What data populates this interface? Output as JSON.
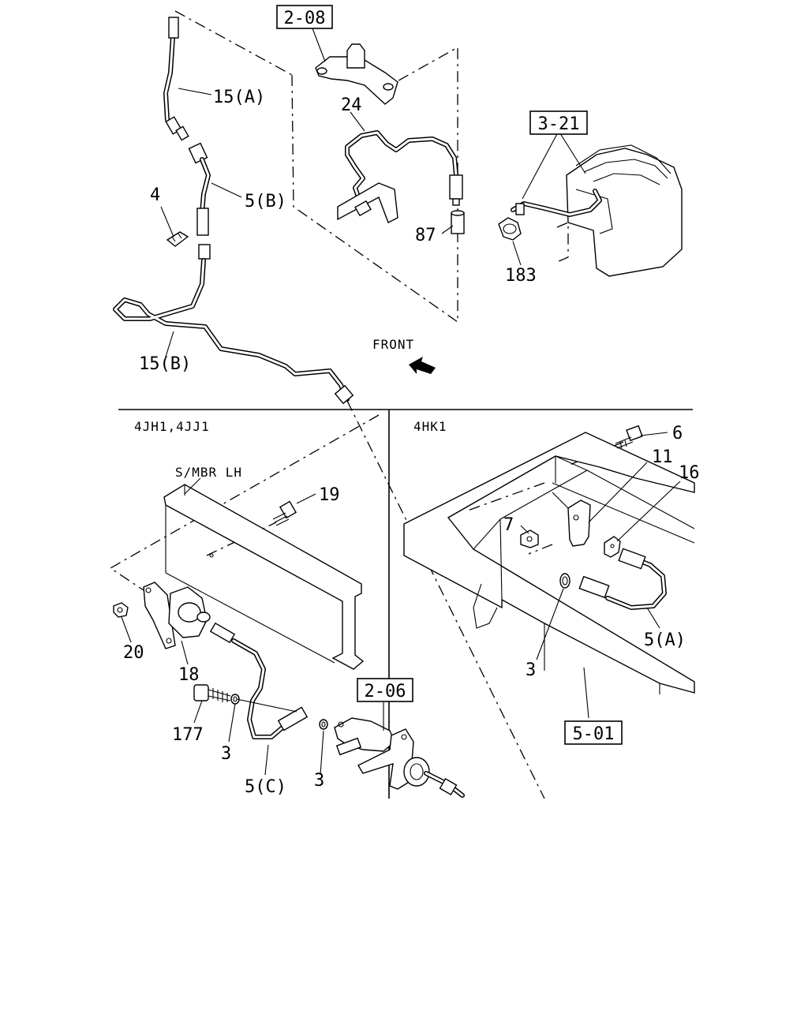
{
  "refs": {
    "r208": "2-08",
    "r321": "3-21",
    "r206": "2-06",
    "r501": "5-01"
  },
  "labels": {
    "p15a_top": "15(A)",
    "p24": "24",
    "p5b": "5(B)",
    "p4": "4",
    "p87": "87",
    "p183": "183",
    "p15b": "15(B)",
    "front": "FRONT",
    "variant_left": "4JH1,4JJ1",
    "variant_right": "4HK1",
    "smbr": "S/MBR LH",
    "p19": "19",
    "p20": "20",
    "p18": "18",
    "p177": "177",
    "p3_a": "3",
    "p5c": "5(C)",
    "p3_b": "3",
    "p6": "6",
    "p11": "11",
    "p16": "16",
    "p7": "7",
    "p5a": "5(A)",
    "p3_c": "3"
  }
}
